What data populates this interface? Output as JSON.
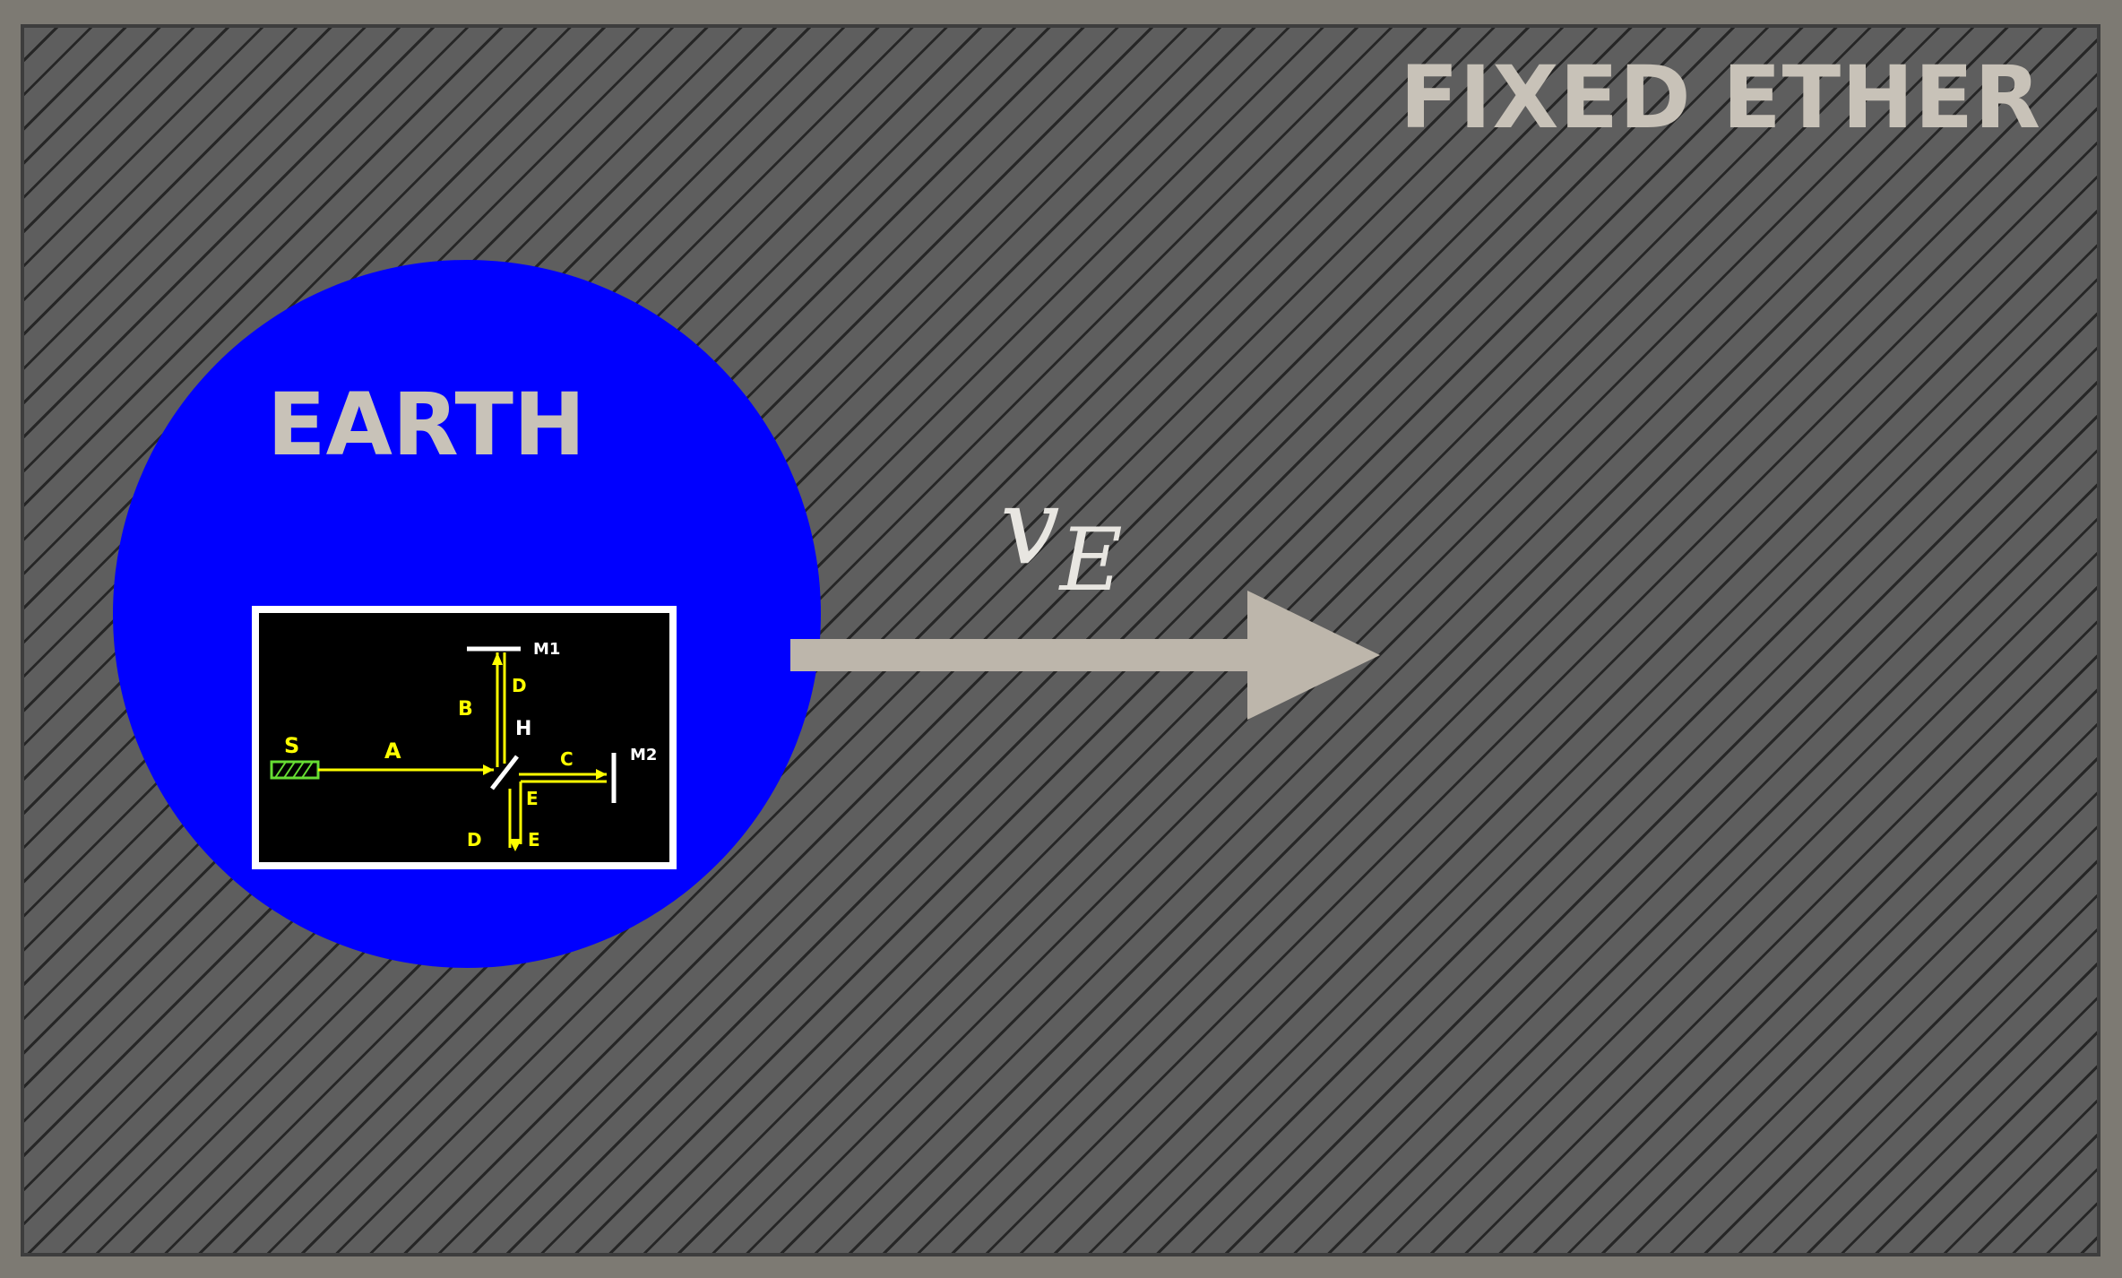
{
  "ether_label": "FIXED ETHER",
  "earth_label": "EARTH",
  "velocity": {
    "symbol": "v",
    "subscript": "E"
  },
  "interferometer": {
    "source": "S",
    "beam_a": "A",
    "beam_b": "B",
    "beam_c": "C",
    "beam_d_top": "D",
    "beam_d_bottom": "D",
    "beam_e_middle": "E",
    "beam_e_bottom": "E",
    "half_mirror": "H",
    "mirror_1": "M1",
    "mirror_2": "M2"
  },
  "colors": {
    "background": "#7d7a73",
    "ether": "#5e5e5e",
    "earth": "#0000ff",
    "label": "#c8c2b8",
    "beam": "#ffff00",
    "source": "#66dd33",
    "arrow": "#bdb6ab"
  }
}
